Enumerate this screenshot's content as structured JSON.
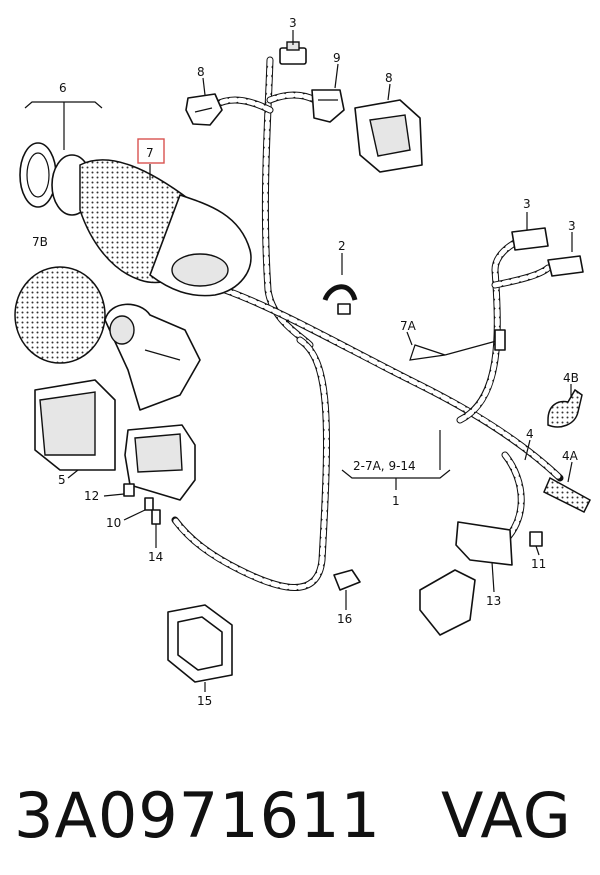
{
  "labels": {
    "l3a": "3",
    "l8a": "8",
    "l9": "9",
    "l8b": "8",
    "l6": "6",
    "l7": "7",
    "l7b": "7B",
    "l3b": "3",
    "l3c": "3",
    "l2": "2",
    "l7a": "7A",
    "l4b": "4B",
    "l4": "4",
    "l4a": "4A",
    "l5": "5",
    "l2_7a": "2-7A, 9-14",
    "l1": "1",
    "l12": "12",
    "l10": "10",
    "l14": "14",
    "l11": "11",
    "l13": "13",
    "l16": "16",
    "l15": "15"
  },
  "caption": {
    "part_number": "3A0971611",
    "brand": "VAG"
  },
  "colors": {
    "highlight_box": "#d9534f"
  }
}
